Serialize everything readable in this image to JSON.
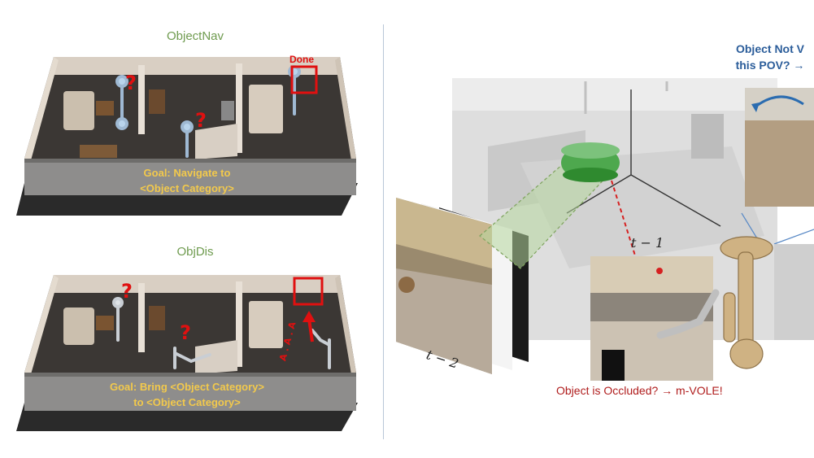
{
  "left_panel": {
    "top": {
      "title": "ObjectNav",
      "done_label": "Done",
      "goal_line1": "Goal: Navigate to",
      "goal_line2": "<Object Category>",
      "question_mark": "?"
    },
    "bottom": {
      "title": "ObjDis",
      "goal_line1": "Goal: Bring <Object Category>",
      "goal_line2": "to <Object Category>",
      "question_mark": "?"
    }
  },
  "right_panel": {
    "label_t1": "t − 1",
    "label_t2": "t − 2",
    "caption_occluded": "Object is Occluded? → m-VOLE!",
    "caption_pov_line1": "Object Not V",
    "caption_pov_line2": "this POV? →"
  },
  "colors": {
    "title_green": "#6f9b4f",
    "goal_yellow": "#f2c94c",
    "marker_red": "#e01010",
    "caption_red": "#b01d1d",
    "caption_blue": "#2b5d9a"
  }
}
